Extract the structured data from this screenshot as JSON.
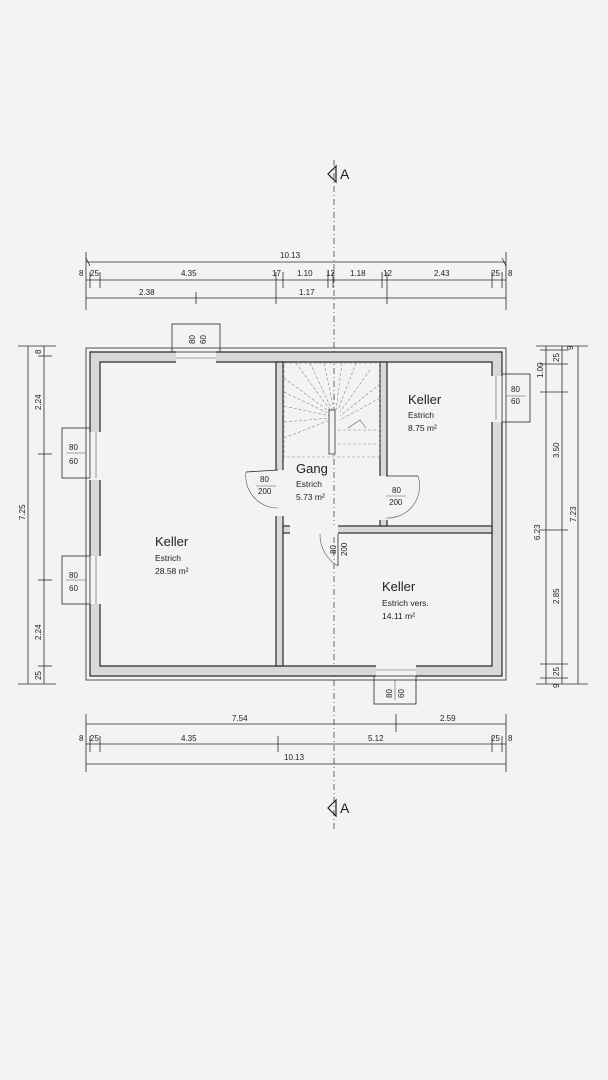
{
  "section_marks": {
    "top": "A",
    "bottom": "A"
  },
  "dims_top": {
    "total": "10.13",
    "row": [
      "8",
      "25",
      "4.35",
      "17",
      "1.10",
      "12",
      "1.18",
      "12",
      "2.43",
      "25",
      "8"
    ],
    "lower": [
      "2.38",
      "1.17"
    ]
  },
  "dims_bottom": {
    "upper": [
      "7.54",
      "2.59"
    ],
    "row": [
      "8",
      "25",
      "4.35",
      "5.12",
      "25",
      "8"
    ],
    "total": "10.13"
  },
  "dims_left": {
    "segments": [
      "8",
      "2.24",
      "2.24",
      "25"
    ],
    "total": "7.25"
  },
  "dims_right": {
    "segments": [
      "9",
      "25",
      "1.00",
      "3.50",
      "2.85",
      "25",
      "9"
    ],
    "mid": "6.23",
    "total": "7.23"
  },
  "windows": [
    {
      "w": "80",
      "h": "60"
    },
    {
      "w": "80",
      "h": "60"
    },
    {
      "w": "80",
      "h": "60"
    },
    {
      "w": "80",
      "h": "60"
    },
    {
      "w": "80",
      "h": "60"
    }
  ],
  "doors": [
    {
      "w": "80",
      "h": "200"
    },
    {
      "w": "80",
      "h": "200"
    },
    {
      "w": "80",
      "h": "200"
    }
  ],
  "rooms": [
    {
      "name": "Keller",
      "floor": "Estrich",
      "area": "28.58 m²"
    },
    {
      "name": "Keller",
      "floor": "Estrich",
      "area": "8.75 m²"
    },
    {
      "name": "Gang",
      "floor": "Estrich",
      "area": "5.73 m²"
    },
    {
      "name": "Keller",
      "floor": "Estrich vers.",
      "area": "14.11 m²"
    }
  ]
}
